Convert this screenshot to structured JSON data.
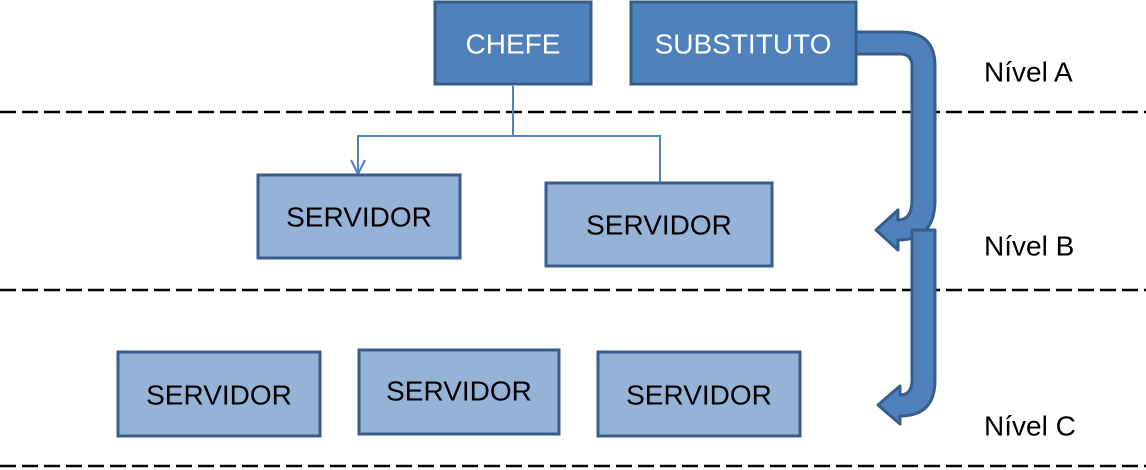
{
  "title": "Hierarquia de níveis",
  "colors": {
    "dark_fill": "#4f81bd",
    "light_fill": "#95b3d7",
    "border": "#385d8a",
    "connector": "#4f81bd",
    "dashed_line": "#000000",
    "dark_text": "#ffffff",
    "light_text": "#000000"
  },
  "nodes": [
    {
      "id": "chefe",
      "label": "CHEFE",
      "level": "A",
      "style": "dark"
    },
    {
      "id": "substituto",
      "label": "SUBSTITUTO",
      "level": "A",
      "style": "dark"
    },
    {
      "id": "servidor-b1",
      "label": "SERVIDOR",
      "level": "B",
      "style": "light"
    },
    {
      "id": "servidor-b2",
      "label": "SERVIDOR",
      "level": "B",
      "style": "light"
    },
    {
      "id": "servidor-c1",
      "label": "SERVIDOR",
      "level": "C",
      "style": "light"
    },
    {
      "id": "servidor-c2",
      "label": "SERVIDOR",
      "level": "C",
      "style": "light"
    },
    {
      "id": "servidor-c3",
      "label": "SERVIDOR",
      "level": "C",
      "style": "light"
    }
  ],
  "levels": [
    {
      "label": "Nível A"
    },
    {
      "label": "Nível B"
    },
    {
      "label": "Nível C"
    }
  ],
  "edges": [
    {
      "from": "chefe",
      "to": "servidor-b1",
      "type": "elbow-arrow"
    },
    {
      "from": "chefe",
      "to": "servidor-b2",
      "type": "elbow-line"
    },
    {
      "from": "substituto",
      "to": "Nível B",
      "type": "bent-block-arrow"
    },
    {
      "from": "substituto",
      "to": "Nível C",
      "type": "bent-block-arrow"
    }
  ]
}
